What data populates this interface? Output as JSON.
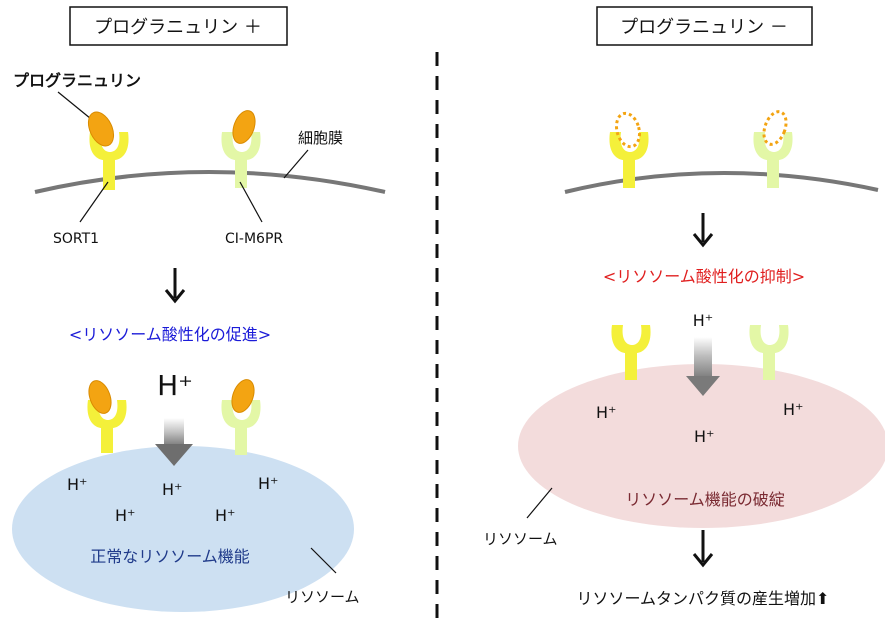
{
  "left": {
    "header": "プログラニュリン ＋",
    "progranulin_label": "プログラニュリン",
    "membrane_label": "細胞膜",
    "receptor1_label": "SORT1",
    "receptor2_label": "CI-M6PR",
    "effect": "<リソソーム酸性化の促進>",
    "proton_large": "H⁺",
    "protons": [
      "H⁺",
      "H⁺",
      "H⁺",
      "H⁺",
      "H⁺"
    ],
    "lysosome_function": "正常なリソソーム機能",
    "lysosome_label": "リソソーム"
  },
  "right": {
    "header": "プログラニュリン －",
    "effect": "<リソソーム酸性化の抑制>",
    "proton_top": "H⁺",
    "protons": [
      "H⁺",
      "H⁺",
      "H⁺"
    ],
    "lysosome_function": "リソソーム機能の破綻",
    "lysosome_label": "リソソーム",
    "result": "リソソームタンパク質の産生増加⬆"
  },
  "colors": {
    "sort1": "#f4f03a",
    "cim6pr": "#e3f7a6",
    "progranulin": "#f3a412",
    "effect_promote": "#1b1bd8",
    "effect_inhibit": "#e01f1f",
    "lysosome_normal": "#cde0f2",
    "lysosome_broken": "#f3dcdc",
    "lysosome_normal_text": "#1f3a8a",
    "lysosome_broken_text": "#7a2a32"
  }
}
